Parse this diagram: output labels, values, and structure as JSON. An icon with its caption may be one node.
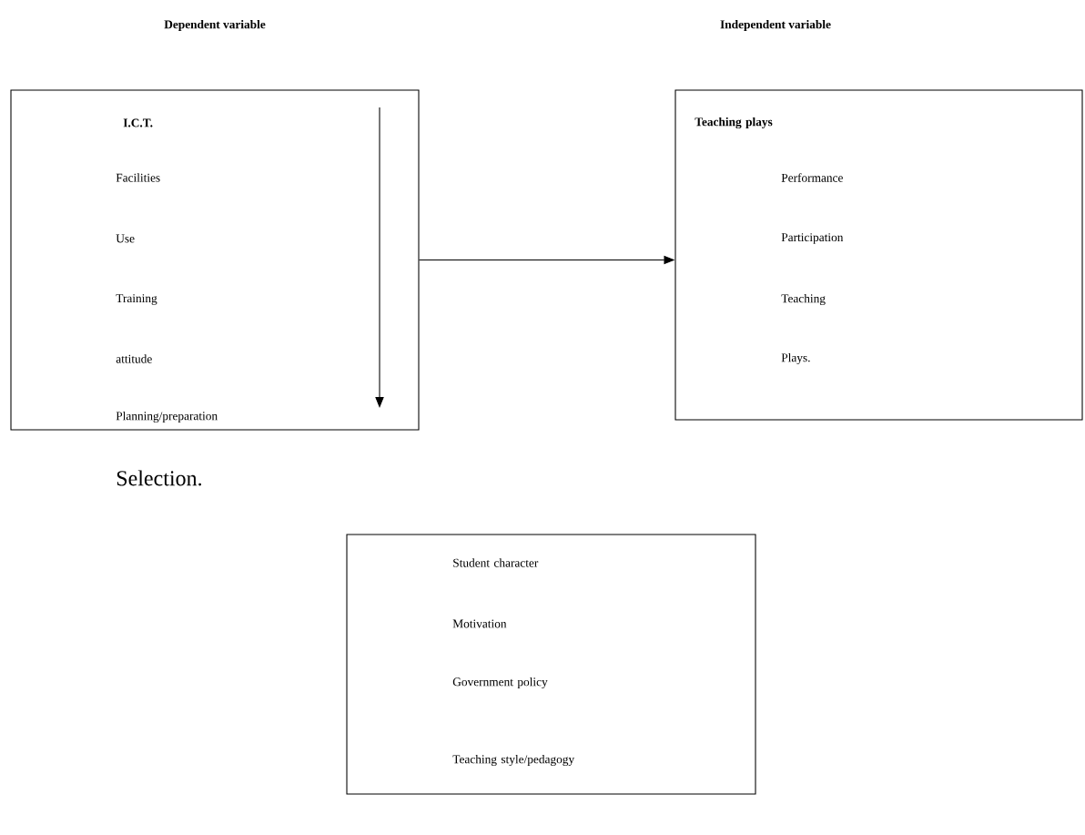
{
  "diagram": {
    "nodes": [
      {
        "text": [
          "I.C.T.",
          "Facilities",
          "Use",
          "Training",
          "attitude",
          "Planning/preparation"
        ],
        "beside": [
          "Selection."
        ]
      },
      {
        "text": [
          "Teaching plays",
          "Performance",
          "Participation",
          "Teaching",
          "Plays."
        ]
      },
      {
        "text": [
          "Student character",
          "Motivation",
          "Government policy",
          "Teaching style/pedagogy"
        ]
      }
    ],
    "edges": [
      {
        "from": 0,
        "to": 1,
        "arrow": "to"
      }
    ],
    "labels": [
      "Dependent variable",
      "Independent variable"
    ]
  }
}
